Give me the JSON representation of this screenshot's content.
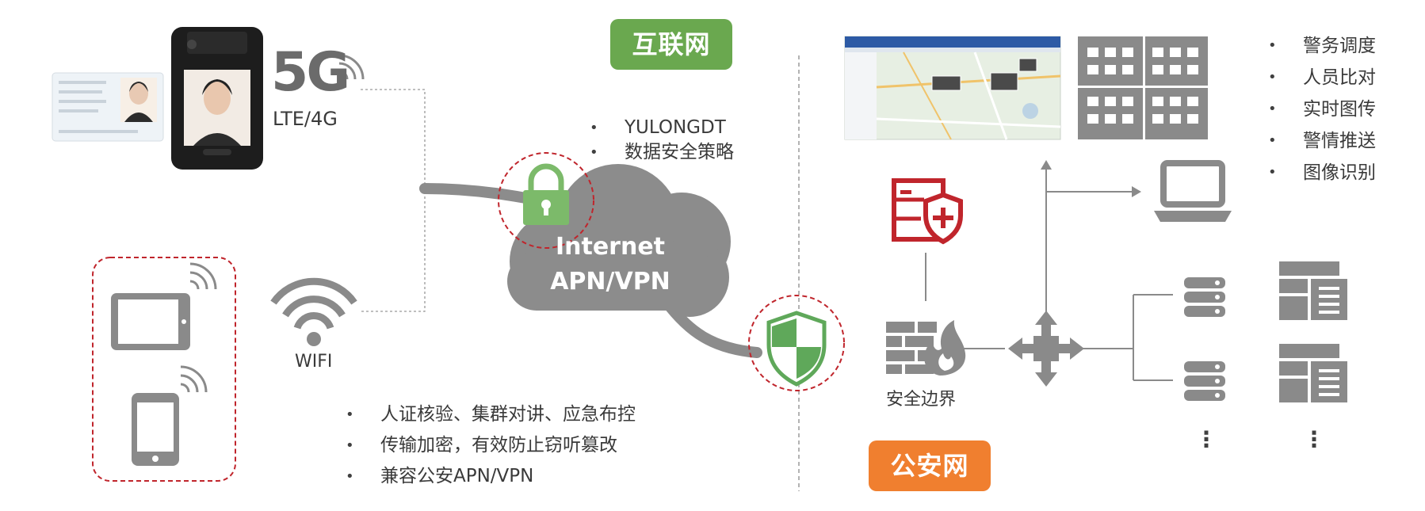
{
  "labels": {
    "internet_badge": "互联网",
    "police_badge": "公安网",
    "fiveg": "5G",
    "lte": "LTE/4G",
    "wifi": "WIFI",
    "cloud_line1": "Internet",
    "cloud_line2": "APN/VPN",
    "security_boundary": "安全边界",
    "ellipsis1": "⋮",
    "ellipsis2": "⋮"
  },
  "policy_bullets": [
    "YULONGDT",
    "数据安全策略"
  ],
  "bottom_bullets": [
    "人证核验、集群对讲、应急布控",
    "传输加密，有效防止窃听篡改",
    "兼容公安APN/VPN"
  ],
  "right_bullets": [
    "警务调度",
    "人员比对",
    "实时图传",
    "警情推送",
    "图像识别"
  ],
  "colors": {
    "internet_badge": "#6aa84f",
    "police_badge": "#f07f2f",
    "icon_gray": "#8a8a8a",
    "cloud": "#8c8c8c",
    "lock_green": "#7cba6a",
    "shield_green": "#5fa85a",
    "dashed_red": "#c0252c",
    "server_shield_red": "#c0252c"
  },
  "icons": [
    "id-card-icon",
    "body-camera-icon",
    "signal-icon",
    "tablet-icon",
    "phone-icon",
    "wifi-icon",
    "cloud-icon",
    "lock-icon",
    "shield-icon",
    "dashboard-screenshot-icon",
    "video-wall-icon",
    "laptop-icon",
    "server-shield-icon",
    "firewall-icon",
    "network-hub-icon",
    "server-icon",
    "rack-icon"
  ]
}
